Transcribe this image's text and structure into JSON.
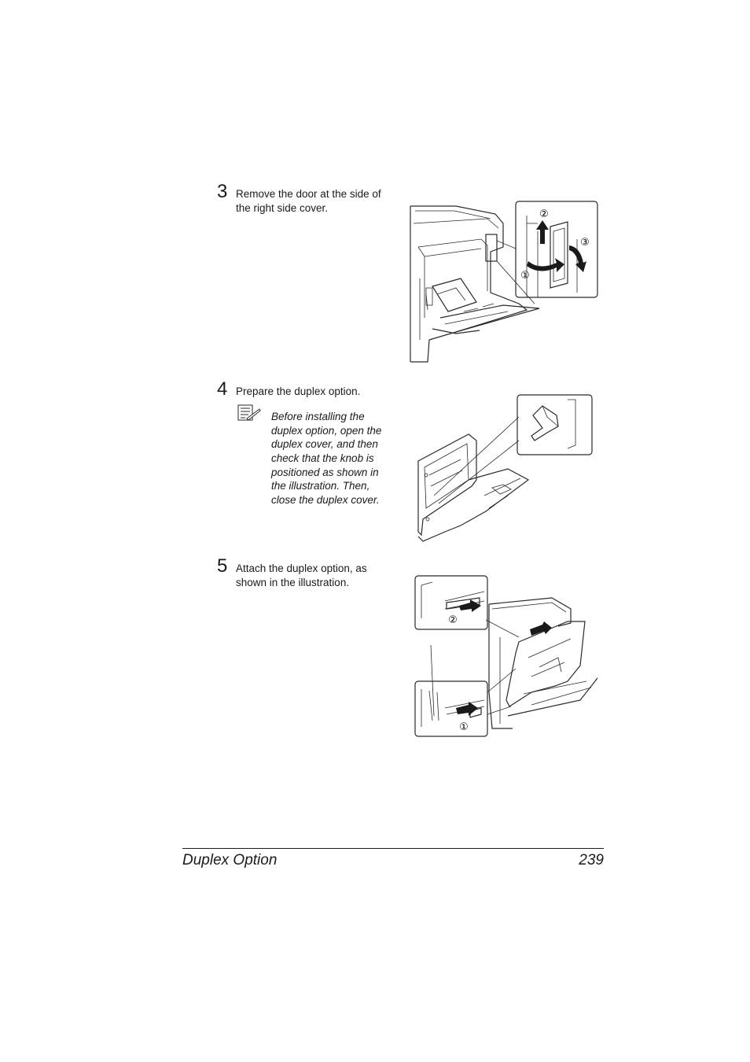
{
  "steps": [
    {
      "number": "3",
      "lines": [
        "Remove the door at the side of",
        "the right side cover."
      ]
    },
    {
      "number": "4",
      "lines": [
        "Prepare the duplex option."
      ],
      "note": {
        "icon": "note-icon",
        "lines": [
          "Before installing the",
          "duplex option, open the",
          "duplex cover, and then",
          "check that the knob is",
          "positioned as shown in",
          "the illustration. Then,",
          "close the duplex cover."
        ]
      }
    },
    {
      "number": "5",
      "lines": [
        "Attach the duplex option, as",
        "shown in the illustration."
      ]
    }
  ],
  "callouts": {
    "step3": [
      "①",
      "②",
      "③"
    ],
    "step5": [
      "②",
      "①"
    ]
  },
  "footer": {
    "section": "Duplex Option",
    "page": "239"
  }
}
